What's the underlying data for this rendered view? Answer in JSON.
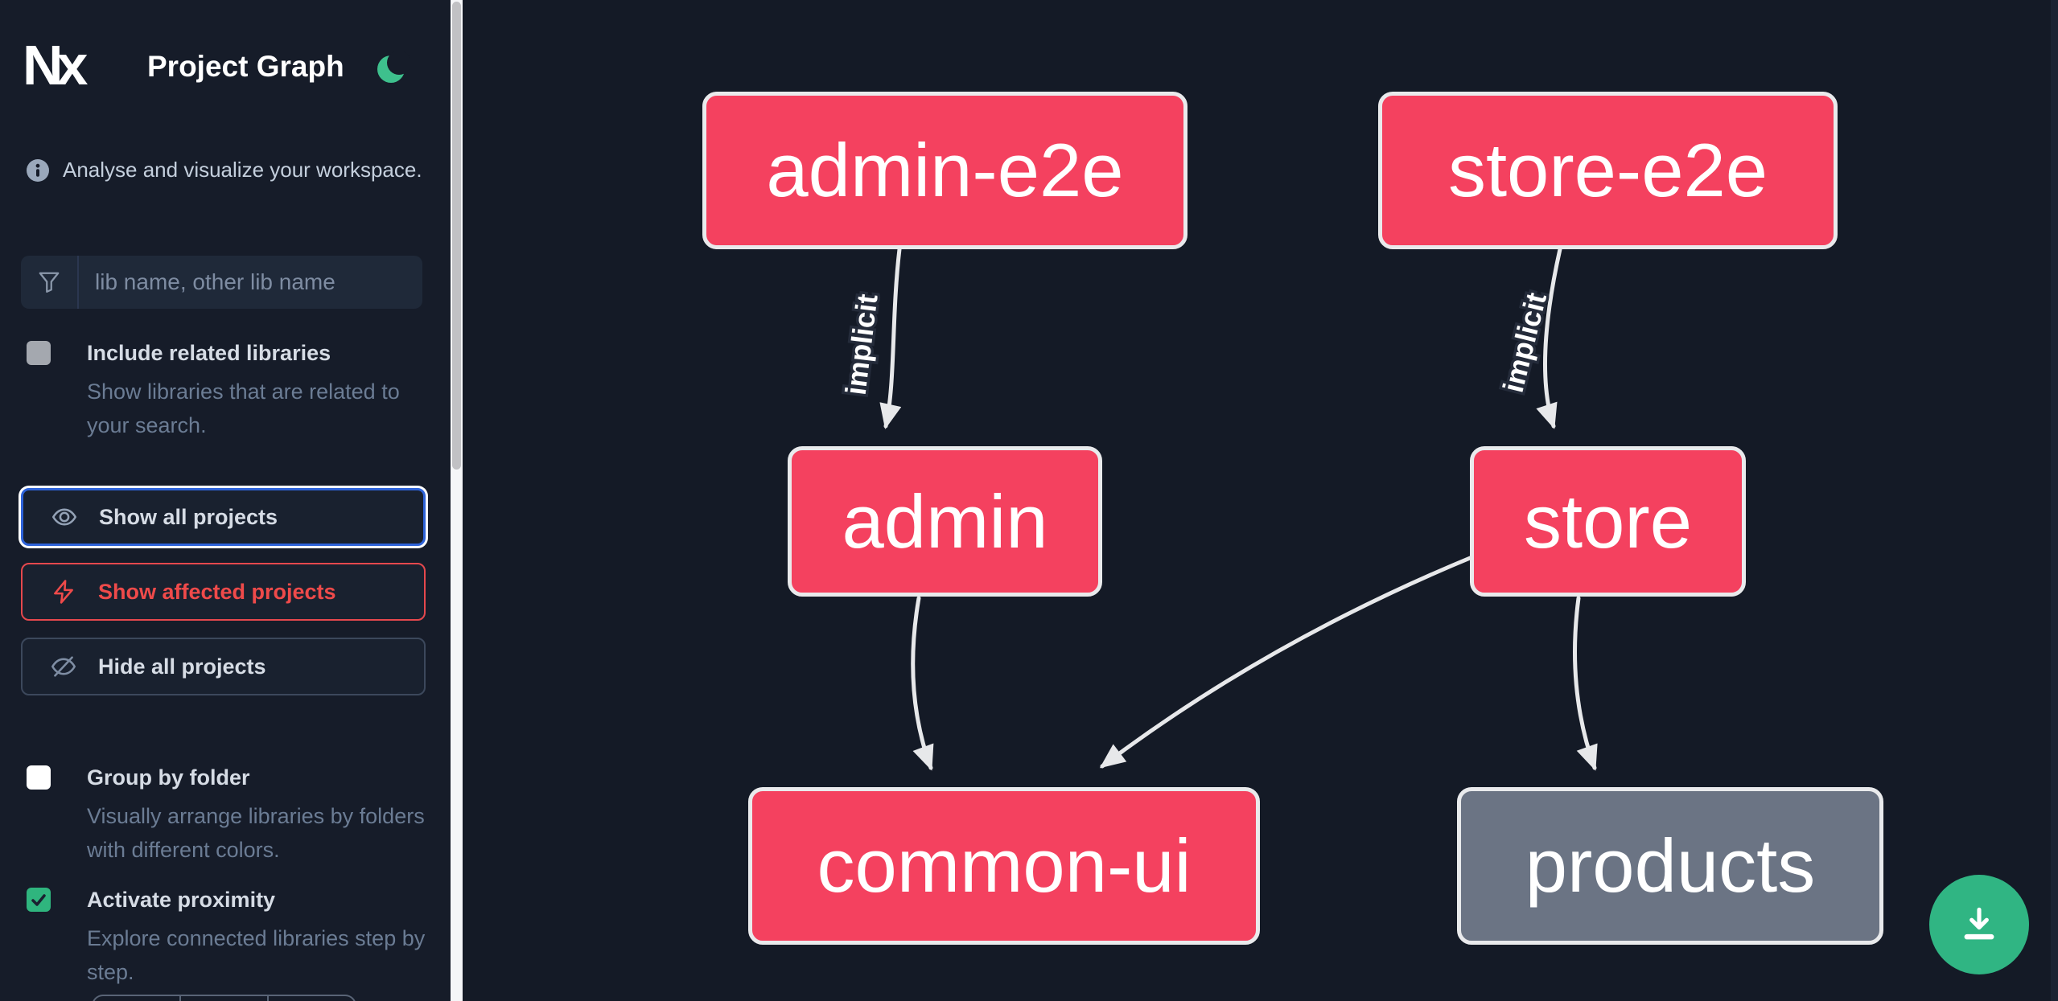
{
  "app": {
    "logo_text": "Nx",
    "title": "Project Graph"
  },
  "sidebar": {
    "tagline": "Analyse and visualize your workspace.",
    "search": {
      "placeholder": "lib name, other lib name"
    },
    "toggles": [
      {
        "label": "Include related libraries",
        "description": "Show libraries that are related to your search.",
        "checked": false
      },
      {
        "label": "Group by folder",
        "description": "Visually arrange libraries by folders with different colors.",
        "checked": false
      },
      {
        "label": "Activate proximity",
        "description": "Explore connected libraries step by step.",
        "checked": true
      }
    ],
    "buttons": [
      {
        "label": "Show all projects",
        "icon": "eye-icon",
        "state": "focused"
      },
      {
        "label": "Show affected projects",
        "icon": "bolt-icon",
        "state": "danger"
      },
      {
        "label": "Hide all projects",
        "icon": "eye-off-icon",
        "state": "default"
      }
    ]
  },
  "graph": {
    "nodes": [
      {
        "id": "admin-e2e",
        "label": "admin-e2e",
        "style": "affected-pink"
      },
      {
        "id": "store-e2e",
        "label": "store-e2e",
        "style": "affected-pink"
      },
      {
        "id": "admin",
        "label": "admin",
        "style": "affected-pink"
      },
      {
        "id": "store",
        "label": "store",
        "style": "affected-pink"
      },
      {
        "id": "common-ui",
        "label": "common-ui",
        "style": "affected-pink"
      },
      {
        "id": "products",
        "label": "products",
        "style": "default-gray"
      }
    ],
    "edges": [
      {
        "from": "admin-e2e",
        "to": "admin",
        "label": "implicit"
      },
      {
        "from": "store-e2e",
        "to": "store",
        "label": "implicit"
      },
      {
        "from": "admin",
        "to": "common-ui",
        "label": ""
      },
      {
        "from": "store",
        "to": "common-ui",
        "label": ""
      },
      {
        "from": "store",
        "to": "products",
        "label": ""
      }
    ]
  },
  "fab": {
    "icon": "download-icon"
  },
  "colors": {
    "background": "#141a26",
    "sidebar_background": "#161c29",
    "node_affected": "#f4415f",
    "node_default": "#6b7484",
    "edge": "#e7e8ea",
    "accent_green": "#30b583",
    "focus_blue": "#2e63d9",
    "danger_red": "#e5484d"
  }
}
